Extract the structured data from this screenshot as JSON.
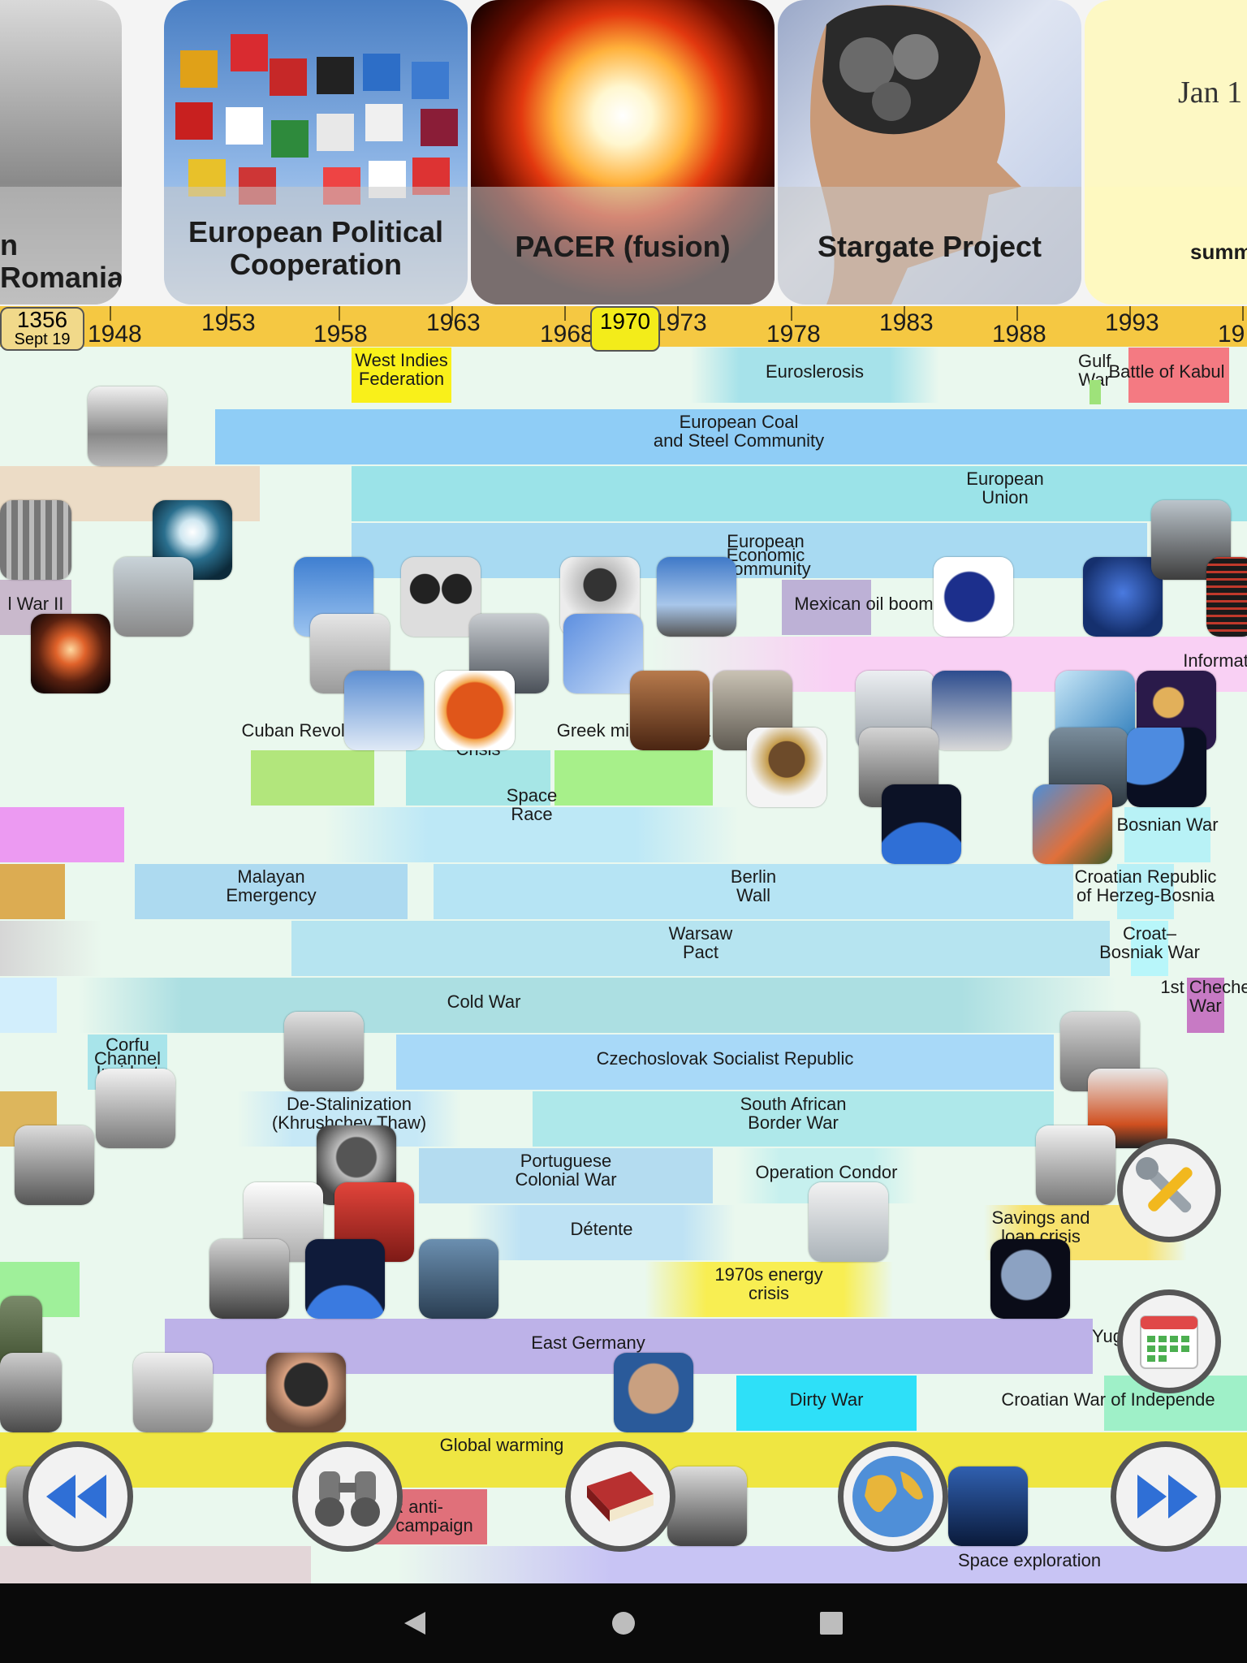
{
  "cards": [
    {
      "title": "n Romania"
    },
    {
      "title": "European Political\nCooperation"
    },
    {
      "title": "PACER (fusion)"
    },
    {
      "title": "Stargate Project"
    },
    {
      "date": "Jan 1",
      "title": "summ"
    }
  ],
  "ruler": {
    "current_year": "1356",
    "current_date": "Sept 19",
    "selected_year": "1970",
    "years": [
      "1948",
      "1953",
      "1958",
      "1963",
      "1968",
      "1973",
      "1978",
      "1983",
      "1988",
      "1993",
      "19"
    ]
  },
  "events": [
    {
      "label": "West Indies\nFederation"
    },
    {
      "label": "Euroslerosis"
    },
    {
      "label": "Gulf\nWar"
    },
    {
      "label": "Battle of Kabul"
    },
    {
      "label": "European Coal\nand Steel Community"
    },
    {
      "label": "European\nUnion"
    },
    {
      "label": "European\nEconomic\nCommunity"
    },
    {
      "label": "l War II"
    },
    {
      "label": "Mexican oil boom"
    },
    {
      "label": "Informati"
    },
    {
      "label": "Cuban Revolution"
    },
    {
      "label": "Congo\nCrisis"
    },
    {
      "label": "Greek military junta"
    },
    {
      "label": "Space\nRace"
    },
    {
      "label": "Bosnian War"
    },
    {
      "label": "Malayan\nEmergency"
    },
    {
      "label": "Berlin\nWall"
    },
    {
      "label": "Croatian Republic\nof Herzeg-Bosnia"
    },
    {
      "label": "Warsaw\nPact"
    },
    {
      "label": "Croat–\nBosniak War"
    },
    {
      "label": "Cold War"
    },
    {
      "label": "1st Cheche\nWar"
    },
    {
      "label": "Corfu\nChannel\nIncident"
    },
    {
      "label": "Czechoslovak Socialist Republic"
    },
    {
      "label": "De-Stalinization\n(Khrushchev Thaw)"
    },
    {
      "label": "South African\nBorder War"
    },
    {
      "label": "Portuguese\nColonial War"
    },
    {
      "label": "Operation Condor"
    },
    {
      "label": "Détente"
    },
    {
      "label": "Savings and\nloan crisis"
    },
    {
      "label": "1970s energy\ncrisis"
    },
    {
      "label": "East Germany"
    },
    {
      "label": "Yugoslav Wars"
    },
    {
      "label": "Dirty War"
    },
    {
      "label": "Croatian War of Independe"
    },
    {
      "label": "Global warming"
    },
    {
      "label": "USSR anti-\nreligious campaign"
    },
    {
      "label": "Space exploration"
    }
  ],
  "buttons": {
    "rewind": "rewind-icon",
    "search": "binoculars-icon",
    "encyclopedia": "book-icon",
    "map": "globe-icon",
    "forward": "fast-forward-icon",
    "settings": "wrench-screwdriver-icon",
    "calendar": "calendar-icon"
  },
  "colors": {
    "ruler": "#f5c842",
    "background": "#eaf8ee",
    "selected_year": "#f3ec1a"
  }
}
